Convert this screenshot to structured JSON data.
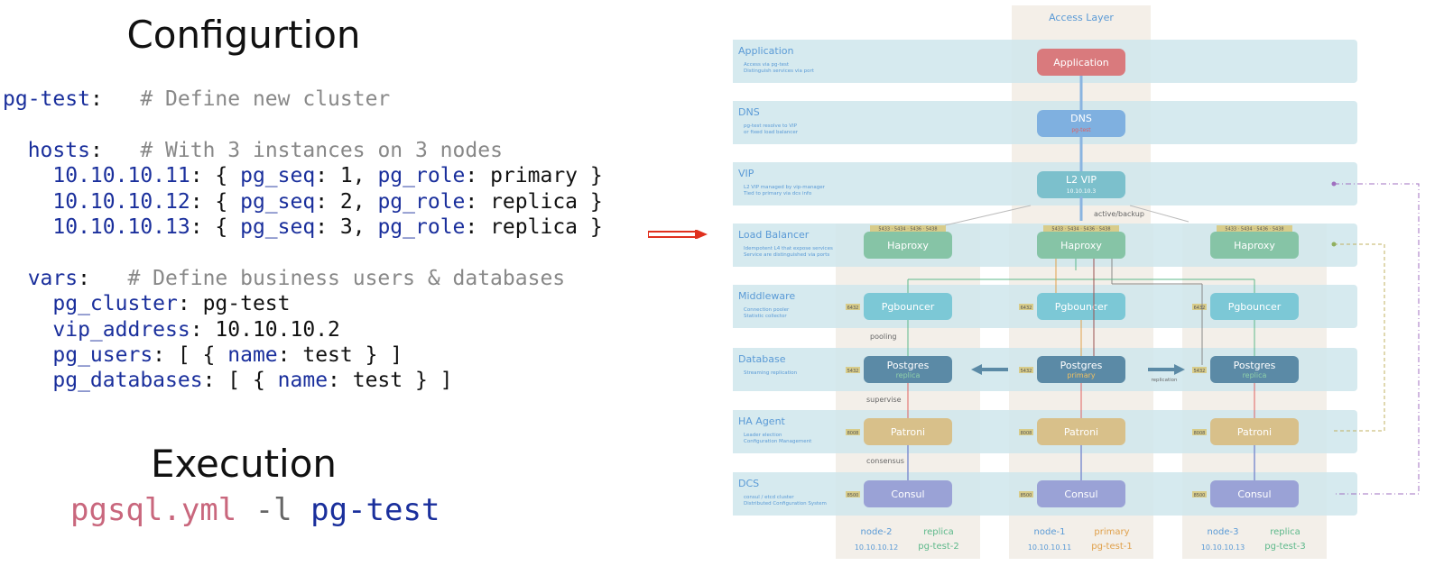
{
  "config": {
    "heading": "Configurtion",
    "lines": [
      [
        {
          "t": "pg-test",
          "c": "k"
        },
        {
          "t": ":   "
        },
        {
          "t": "# Define new cluster",
          "c": "c"
        }
      ],
      [],
      [
        {
          "t": "  "
        },
        {
          "t": "hosts",
          "c": "k"
        },
        {
          "t": ":   "
        },
        {
          "t": "# With 3 instances on 3 nodes",
          "c": "c"
        }
      ],
      [
        {
          "t": "    "
        },
        {
          "t": "10.10.10.11",
          "c": "k"
        },
        {
          "t": ": { "
        },
        {
          "t": "pg_seq",
          "c": "k"
        },
        {
          "t": ": 1, "
        },
        {
          "t": "pg_role",
          "c": "k"
        },
        {
          "t": ": primary }"
        }
      ],
      [
        {
          "t": "    "
        },
        {
          "t": "10.10.10.12",
          "c": "k"
        },
        {
          "t": ": { "
        },
        {
          "t": "pg_seq",
          "c": "k"
        },
        {
          "t": ": 2, "
        },
        {
          "t": "pg_role",
          "c": "k"
        },
        {
          "t": ": replica }"
        }
      ],
      [
        {
          "t": "    "
        },
        {
          "t": "10.10.10.13",
          "c": "k"
        },
        {
          "t": ": { "
        },
        {
          "t": "pg_seq",
          "c": "k"
        },
        {
          "t": ": 3, "
        },
        {
          "t": "pg_role",
          "c": "k"
        },
        {
          "t": ": replica }"
        }
      ],
      [],
      [
        {
          "t": "  "
        },
        {
          "t": "vars",
          "c": "k"
        },
        {
          "t": ":   "
        },
        {
          "t": "# Define business users & databases",
          "c": "c"
        }
      ],
      [
        {
          "t": "    "
        },
        {
          "t": "pg_cluster",
          "c": "k"
        },
        {
          "t": ": pg-test"
        }
      ],
      [
        {
          "t": "    "
        },
        {
          "t": "vip_address",
          "c": "k"
        },
        {
          "t": ": 10.10.10.2"
        }
      ],
      [
        {
          "t": "    "
        },
        {
          "t": "pg_users",
          "c": "k"
        },
        {
          "t": ": [ { "
        },
        {
          "t": "name",
          "c": "k"
        },
        {
          "t": ": test } ]"
        }
      ],
      [
        {
          "t": "    "
        },
        {
          "t": "pg_databases",
          "c": "k"
        },
        {
          "t": ": [ { "
        },
        {
          "t": "name",
          "c": "k"
        },
        {
          "t": ": test } ]"
        }
      ]
    ]
  },
  "execution": {
    "heading": "Execution",
    "command": {
      "file": "pgsql.yml",
      "option": " -l ",
      "target": "pg-test"
    }
  },
  "diagram": {
    "access_layer": "Access Layer",
    "active_backup": "active/backup",
    "pooling": "pooling",
    "supervise": "supervise",
    "consensus": "consensus",
    "replication": "replication",
    "layers": [
      {
        "key": "application",
        "title": "Application",
        "desc1": "Access via pg-test",
        "desc2": "Distinguish services via port"
      },
      {
        "key": "dns",
        "title": "DNS",
        "desc1": "pg-test resolve to VIP",
        "desc2": "or fixed load balancer"
      },
      {
        "key": "vip",
        "title": "VIP",
        "desc1": "L2 VIP managed by vip-manager",
        "desc2": "Tied to primary via dcs info"
      },
      {
        "key": "lb",
        "title": "Load Balancer",
        "desc1": "Idempotent L4 that expose services",
        "desc2": "Service are distinguished via ports"
      },
      {
        "key": "middleware",
        "title": "Middleware",
        "desc1": "Connection pooler",
        "desc2": "Statistic collector"
      },
      {
        "key": "database",
        "title": "Database",
        "desc1": "Streaming replication",
        "desc2": ""
      },
      {
        "key": "ha",
        "title": "HA Agent",
        "desc1": "Leader election",
        "desc2": "Configuration Management"
      },
      {
        "key": "dcs",
        "title": "DCS",
        "desc1": "consul / etcd cluster",
        "desc2": "Distributed Configuration System"
      }
    ],
    "top_nodes": [
      {
        "key": "app",
        "label": "Application",
        "sub": "",
        "color": "#d97a7d"
      },
      {
        "key": "dns",
        "label": "DNS",
        "sub": "pg-test",
        "color": "#7fb0e0"
      },
      {
        "key": "vip",
        "label": "L2 VIP",
        "sub": "10.10.10.3",
        "color": "#7cc0cc"
      }
    ],
    "columns": [
      {
        "node": "node-2",
        "role": "replica",
        "ip": "10.10.10.12",
        "ins": "pg-test-2",
        "db_sub": "replica",
        "role_color": "#5cb88a"
      },
      {
        "node": "node-1",
        "role": "primary",
        "ip": "10.10.10.11",
        "ins": "pg-test-1",
        "db_sub": "primary",
        "role_color": "#e0a04a"
      },
      {
        "node": "node-3",
        "role": "replica",
        "ip": "10.10.10.13",
        "ins": "pg-test-3",
        "db_sub": "replica",
        "role_color": "#5cb88a"
      }
    ],
    "components": [
      {
        "key": "haproxy",
        "label": "Haproxy",
        "color": "#86c4a6",
        "port": "",
        "ports": "5433 · 5434 · 5436 · 5438"
      },
      {
        "key": "pgbouncer",
        "label": "Pgbouncer",
        "color": "#7cc8d6",
        "port": "6432",
        "ports": ""
      },
      {
        "key": "postgres",
        "label": "Postgres",
        "color": "#5b8aa6",
        "port": "5432",
        "ports": ""
      },
      {
        "key": "patroni",
        "label": "Patroni",
        "color": "#d8c08a",
        "port": "8008",
        "ports": ""
      },
      {
        "key": "consul",
        "label": "Consul",
        "color": "#9aa2d6",
        "port": "8500",
        "ports": ""
      }
    ]
  }
}
